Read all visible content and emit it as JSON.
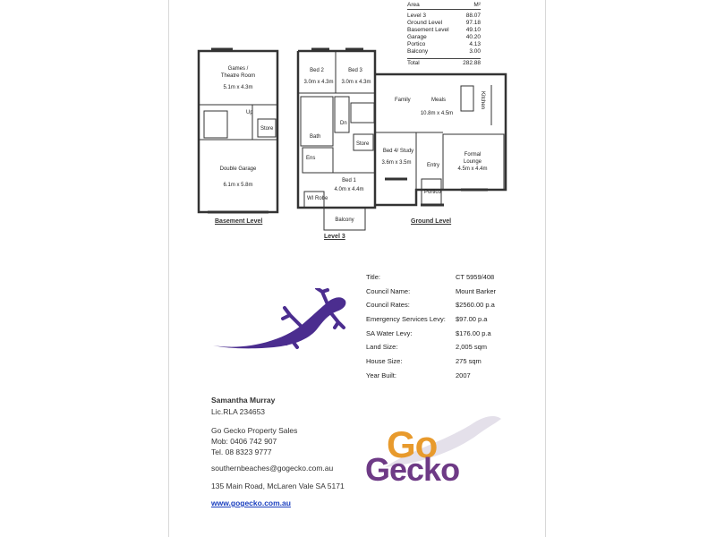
{
  "area_table": {
    "header": {
      "label": "Area",
      "unit": "M²"
    },
    "rows": [
      {
        "name": "Level 3",
        "value": "88.07"
      },
      {
        "name": "Ground Level",
        "value": "97.18"
      },
      {
        "name": "Basement Level",
        "value": "49.10"
      },
      {
        "name": "Garage",
        "value": "40.20"
      },
      {
        "name": "Portico",
        "value": "4.13"
      },
      {
        "name": "Balcony",
        "value": "3.00"
      }
    ],
    "total": {
      "name": "Total",
      "value": "282.88"
    }
  },
  "floor_plan": {
    "basement": {
      "label": "Basement Level",
      "games_name": "Games /",
      "games_name2": "Theatre Room",
      "games_size": "5.1m x 4.3m",
      "garage_name": "Double Garage",
      "garage_size": "6.1m x 5.8m",
      "store": "Store",
      "up": "Up"
    },
    "level3": {
      "label": "Level 3",
      "bed2_name": "Bed 2",
      "bed2_size": "3.0m x 4.3m",
      "bed3_name": "Bed 3",
      "bed3_size": "3.0m x 4.3m",
      "bed1_name": "Bed 1",
      "bed1_size": "4.0m x 4.4m",
      "balcony": "Balcony",
      "store": "Store",
      "dn": "Dn",
      "bath": "Bath",
      "wir": "WI Robe",
      "ens": "Ens"
    },
    "ground": {
      "label": "Ground Level",
      "family": "Family",
      "meals": "Meals",
      "meals_size": "10.8m x 4.5m",
      "kitchen": "Kitchen",
      "bed4_name": "Bed 4/ Study",
      "bed4_size": "3.6m x 3.5m",
      "formal_name": "Formal",
      "formal_name2": "Lounge",
      "formal_size": "4.5m x 4.4m",
      "entry": "Entry",
      "portico": "Portico"
    }
  },
  "property_info": [
    {
      "label": "Title:",
      "value": "CT 5959/408"
    },
    {
      "label": "Council Name:",
      "value": "Mount Barker"
    },
    {
      "label": "Council Rates:",
      "value": "$2560.00 p.a"
    },
    {
      "label": "Emergency Services Levy:",
      "value": "$97.00 p.a"
    },
    {
      "label": "SA Water Levy:",
      "value": "$176.00 p.a"
    },
    {
      "label": "Land Size:",
      "value": "2,005 sqm"
    },
    {
      "label": "House Size:",
      "value": "275 sqm"
    },
    {
      "label": "Year Built:",
      "value": "2007"
    }
  ],
  "contact": {
    "agent_name": "Samantha Murray",
    "licence": "Lic.RLA 234653",
    "company": "Go Gecko Property Sales",
    "mobile": "Mob: 0406 742 907",
    "tel": "Tel.  08 8323 9777",
    "email": "southernbeaches@gogecko.com.au",
    "address": "135 Main Road, McLaren Vale SA 5171",
    "website": "www.gogecko.com.au"
  },
  "logo": {
    "word1": "Go",
    "word2": "Gecko"
  },
  "colors": {
    "gecko_purple": "#4b2d8f",
    "logo_orange": "#e89a2c",
    "logo_purple": "#6e3a86",
    "link_blue": "#1a3fbf"
  }
}
